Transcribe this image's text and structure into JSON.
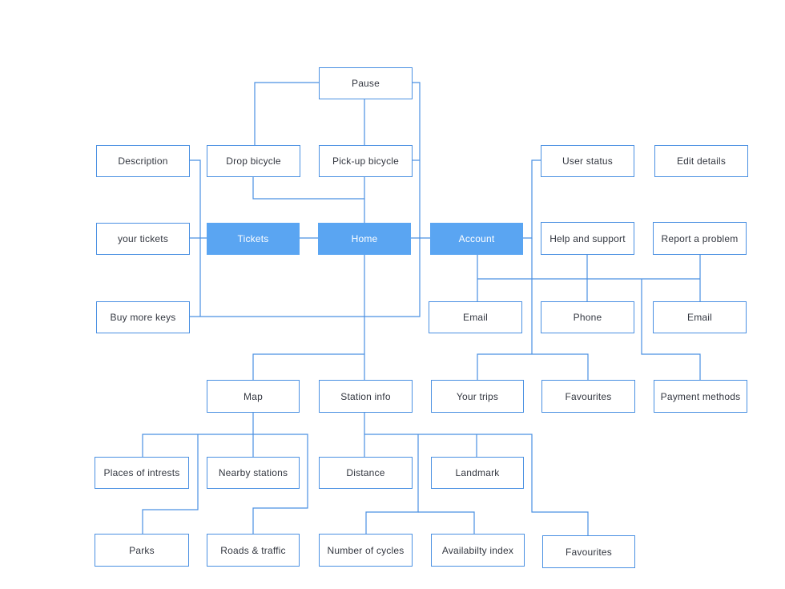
{
  "colors": {
    "line": "#4a90e2",
    "primary_fill": "#5aa5f2",
    "text": "#333740"
  },
  "nodes": {
    "pause": "Pause",
    "description": "Description",
    "drop_bicycle": "Drop bicycle",
    "pickup_bicycle": "Pick-up bicycle",
    "user_status": "User status",
    "edit_details": "Edit details",
    "your_tickets": "your tickets",
    "tickets": "Tickets",
    "home": "Home",
    "account": "Account",
    "help_support": "Help and support",
    "report_problem": "Report a problem",
    "buy_more_keys": "Buy more keys",
    "email_account": "Email",
    "phone": "Phone",
    "email_support": "Email",
    "map": "Map",
    "station_info": "Station info",
    "your_trips": "Your trips",
    "favourites_account": "Favourites",
    "payment_methods": "Payment methods",
    "places_of_intrests": "Places of intrests",
    "nearby_stations": "Nearby stations",
    "distance": "Distance",
    "landmark": "Landmark",
    "parks": "Parks",
    "roads_traffic": "Roads & traffic",
    "number_of_cycles": "Number of cycles",
    "availability_index": "Availabilty index",
    "favourites_station": "Favourites"
  }
}
